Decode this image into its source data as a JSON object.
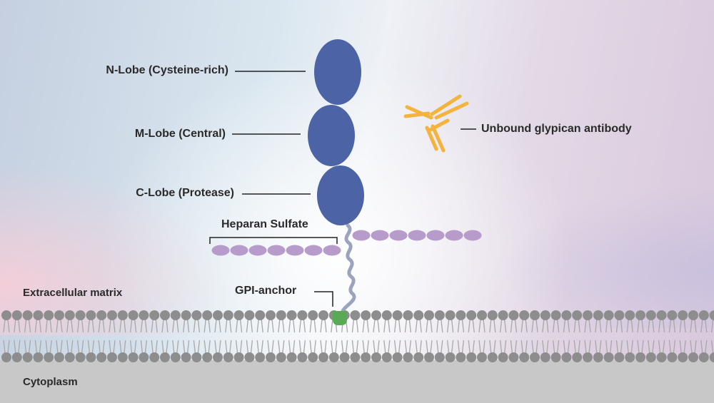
{
  "labels": {
    "n_lobe": "N-Lobe (Cysteine-rich)",
    "m_lobe": "M-Lobe (Central)",
    "c_lobe": "C-Lobe (Protease)",
    "heparan_sulfate": "Heparan Sulfate",
    "gpi_anchor": "GPI-anchor",
    "antibody": "Unbound glypican antibody",
    "extracellular_matrix": "Extracellular matrix",
    "cytoplasm": "Cytoplasm"
  },
  "colors": {
    "lobe": "#4c63a5",
    "heparan_sulfate": "#b79ccb",
    "antibody": "#f3b33c",
    "gpi_anchor": "#5aaa55",
    "lipid_head": "#8d8d8d",
    "lipid_tail": "#a8a8a8",
    "linker": "#9ba3bf",
    "cytoplasm": "#c8c8c8"
  }
}
